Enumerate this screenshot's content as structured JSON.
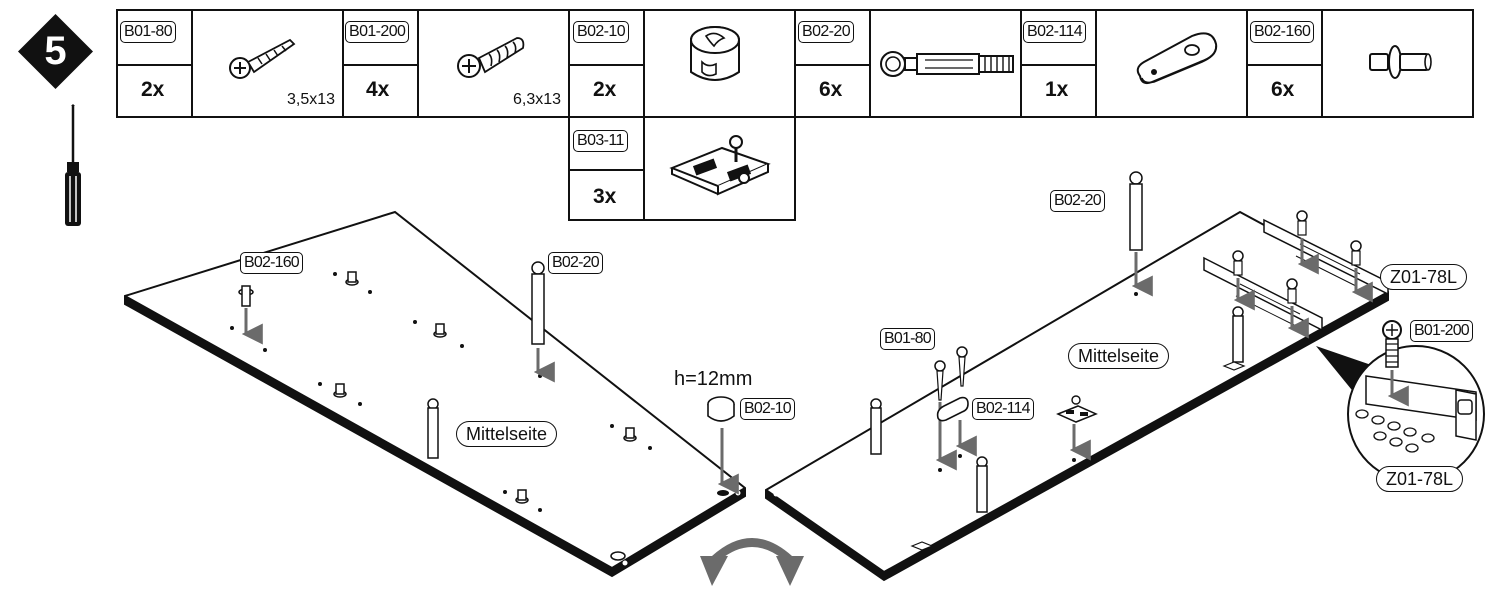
{
  "step_number": "5",
  "parts": [
    {
      "code": "B01-80",
      "qty": "2x",
      "size": "3,5x13",
      "icon": "wood-screw-icon"
    },
    {
      "code": "B01-200",
      "qty": "4x",
      "size": "6,3x13",
      "icon": "euro-screw-icon"
    },
    {
      "code": "B02-10",
      "qty": "2x",
      "size": "",
      "icon": "cam-lock-icon"
    },
    {
      "code": "B02-20",
      "qty": "6x",
      "size": "",
      "icon": "cam-bolt-icon"
    },
    {
      "code": "B02-114",
      "qty": "1x",
      "size": "",
      "icon": "shelf-bracket-icon"
    },
    {
      "code": "B02-160",
      "qty": "6x",
      "size": "",
      "icon": "shelf-pin-icon"
    },
    {
      "code": "B03-11",
      "qty": "3x",
      "size": "",
      "icon": "hinge-plate-icon"
    }
  ],
  "tool_icon": "screwdriver-icon",
  "rotate_icon": "rotate-arrow-icon",
  "labels": {
    "left_pin": "B02-160",
    "left_bolt": "B02-20",
    "cam": "B02-10",
    "cam_height": "h=12mm",
    "right_bolt": "B02-20",
    "right_screw": "B01-80",
    "right_bracket": "B02-114",
    "rail_top": "Z01-78L",
    "detail_screw": "B01-200",
    "rail_detail": "Z01-78L",
    "panel_left": "Mittelseite",
    "panel_right": "Mittelseite"
  }
}
